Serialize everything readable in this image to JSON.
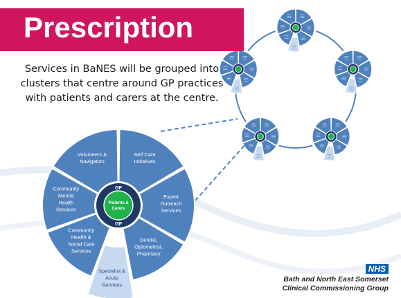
{
  "title": "Prescription",
  "description": "Services in BaNES will be grouped into clusters that centre around GP practices with patients and carers at the centre.",
  "wheel": {
    "segments": [
      "Self Care Initiatives",
      "Expert Outreach Services",
      "Dentist, Optometrist, Pharmacy",
      "Specialist & Acute Services",
      "Community Health & Social Care Services",
      "Community Mental Health Services",
      "Volunteers & Navigators"
    ],
    "gp_top": "GP",
    "gp_bottom": "GP",
    "centre": "Patients & Carers"
  },
  "branding": {
    "nhs": "NHS",
    "org_line1": "Bath and North East Somerset",
    "org_line2": "Clinical Commissioning Group"
  },
  "colors": {
    "title_bg": "#d0155f",
    "segment": "#4f81bd",
    "segment_light": "#c6d9f1",
    "ring_dark": "#1f3864",
    "centre_green": "#22b24c",
    "nhs_blue": "#005eb8"
  }
}
